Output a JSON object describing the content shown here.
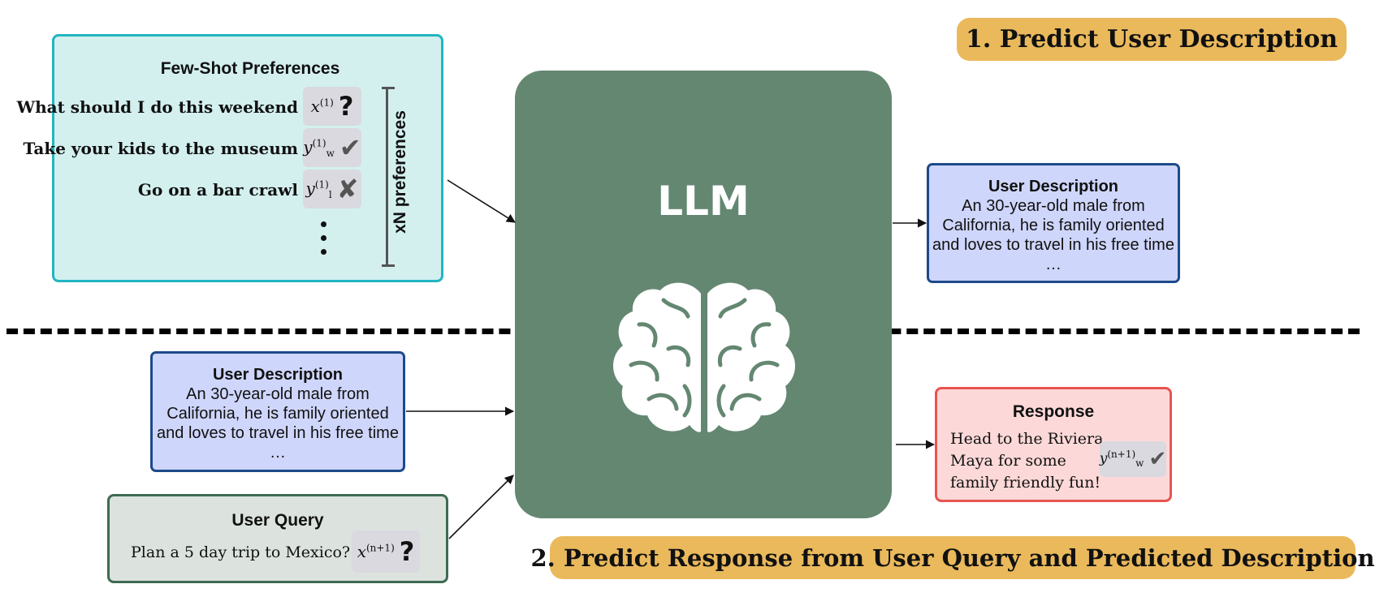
{
  "banners": {
    "step1": "1. Predict User Description",
    "step2": "2. Predict Response from User Query and Predicted Description"
  },
  "few_shot": {
    "title": "Few-Shot Preferences",
    "rows": [
      {
        "label": "What should I do this weekend",
        "var": "x",
        "sup": "(1)",
        "sub": "",
        "icon": "question-icon"
      },
      {
        "label": "Take your kids to the museum",
        "var": "y",
        "sup": "(1)",
        "sub": "w",
        "icon": "check-icon"
      },
      {
        "label": "Go on a bar crawl",
        "var": "y",
        "sup": "(1)",
        "sub": "l",
        "icon": "cross-icon"
      }
    ],
    "repeat_label": "xN preferences"
  },
  "llm": {
    "title": "LLM",
    "icon": "brain-icon",
    "color": "#648771"
  },
  "user_description_output": {
    "title": "User Description",
    "text": "An 30-year-old male from California, he is family oriented and loves to travel in his free time …"
  },
  "user_description_input": {
    "title": "User Description",
    "text": "An 30-year-old male from California, he is family oriented and loves to travel in his free time …"
  },
  "user_query": {
    "title": "User Query",
    "text": "Plan a 5 day trip to Mexico?",
    "var": "x",
    "sup": "(n+1)",
    "icon": "question-icon"
  },
  "response": {
    "title": "Response",
    "text": "Head to the Riviera Maya for some family friendly fun!",
    "var": "y",
    "sup": "(n+1)",
    "sub": "w",
    "icon": "check-icon"
  },
  "colors": {
    "banner": "#eab95c",
    "few_shot_bg": "#d3f0ef",
    "description_bg": "#cfd6fb",
    "query_bg": "#dce3df",
    "response_bg": "#fcd9d8"
  }
}
